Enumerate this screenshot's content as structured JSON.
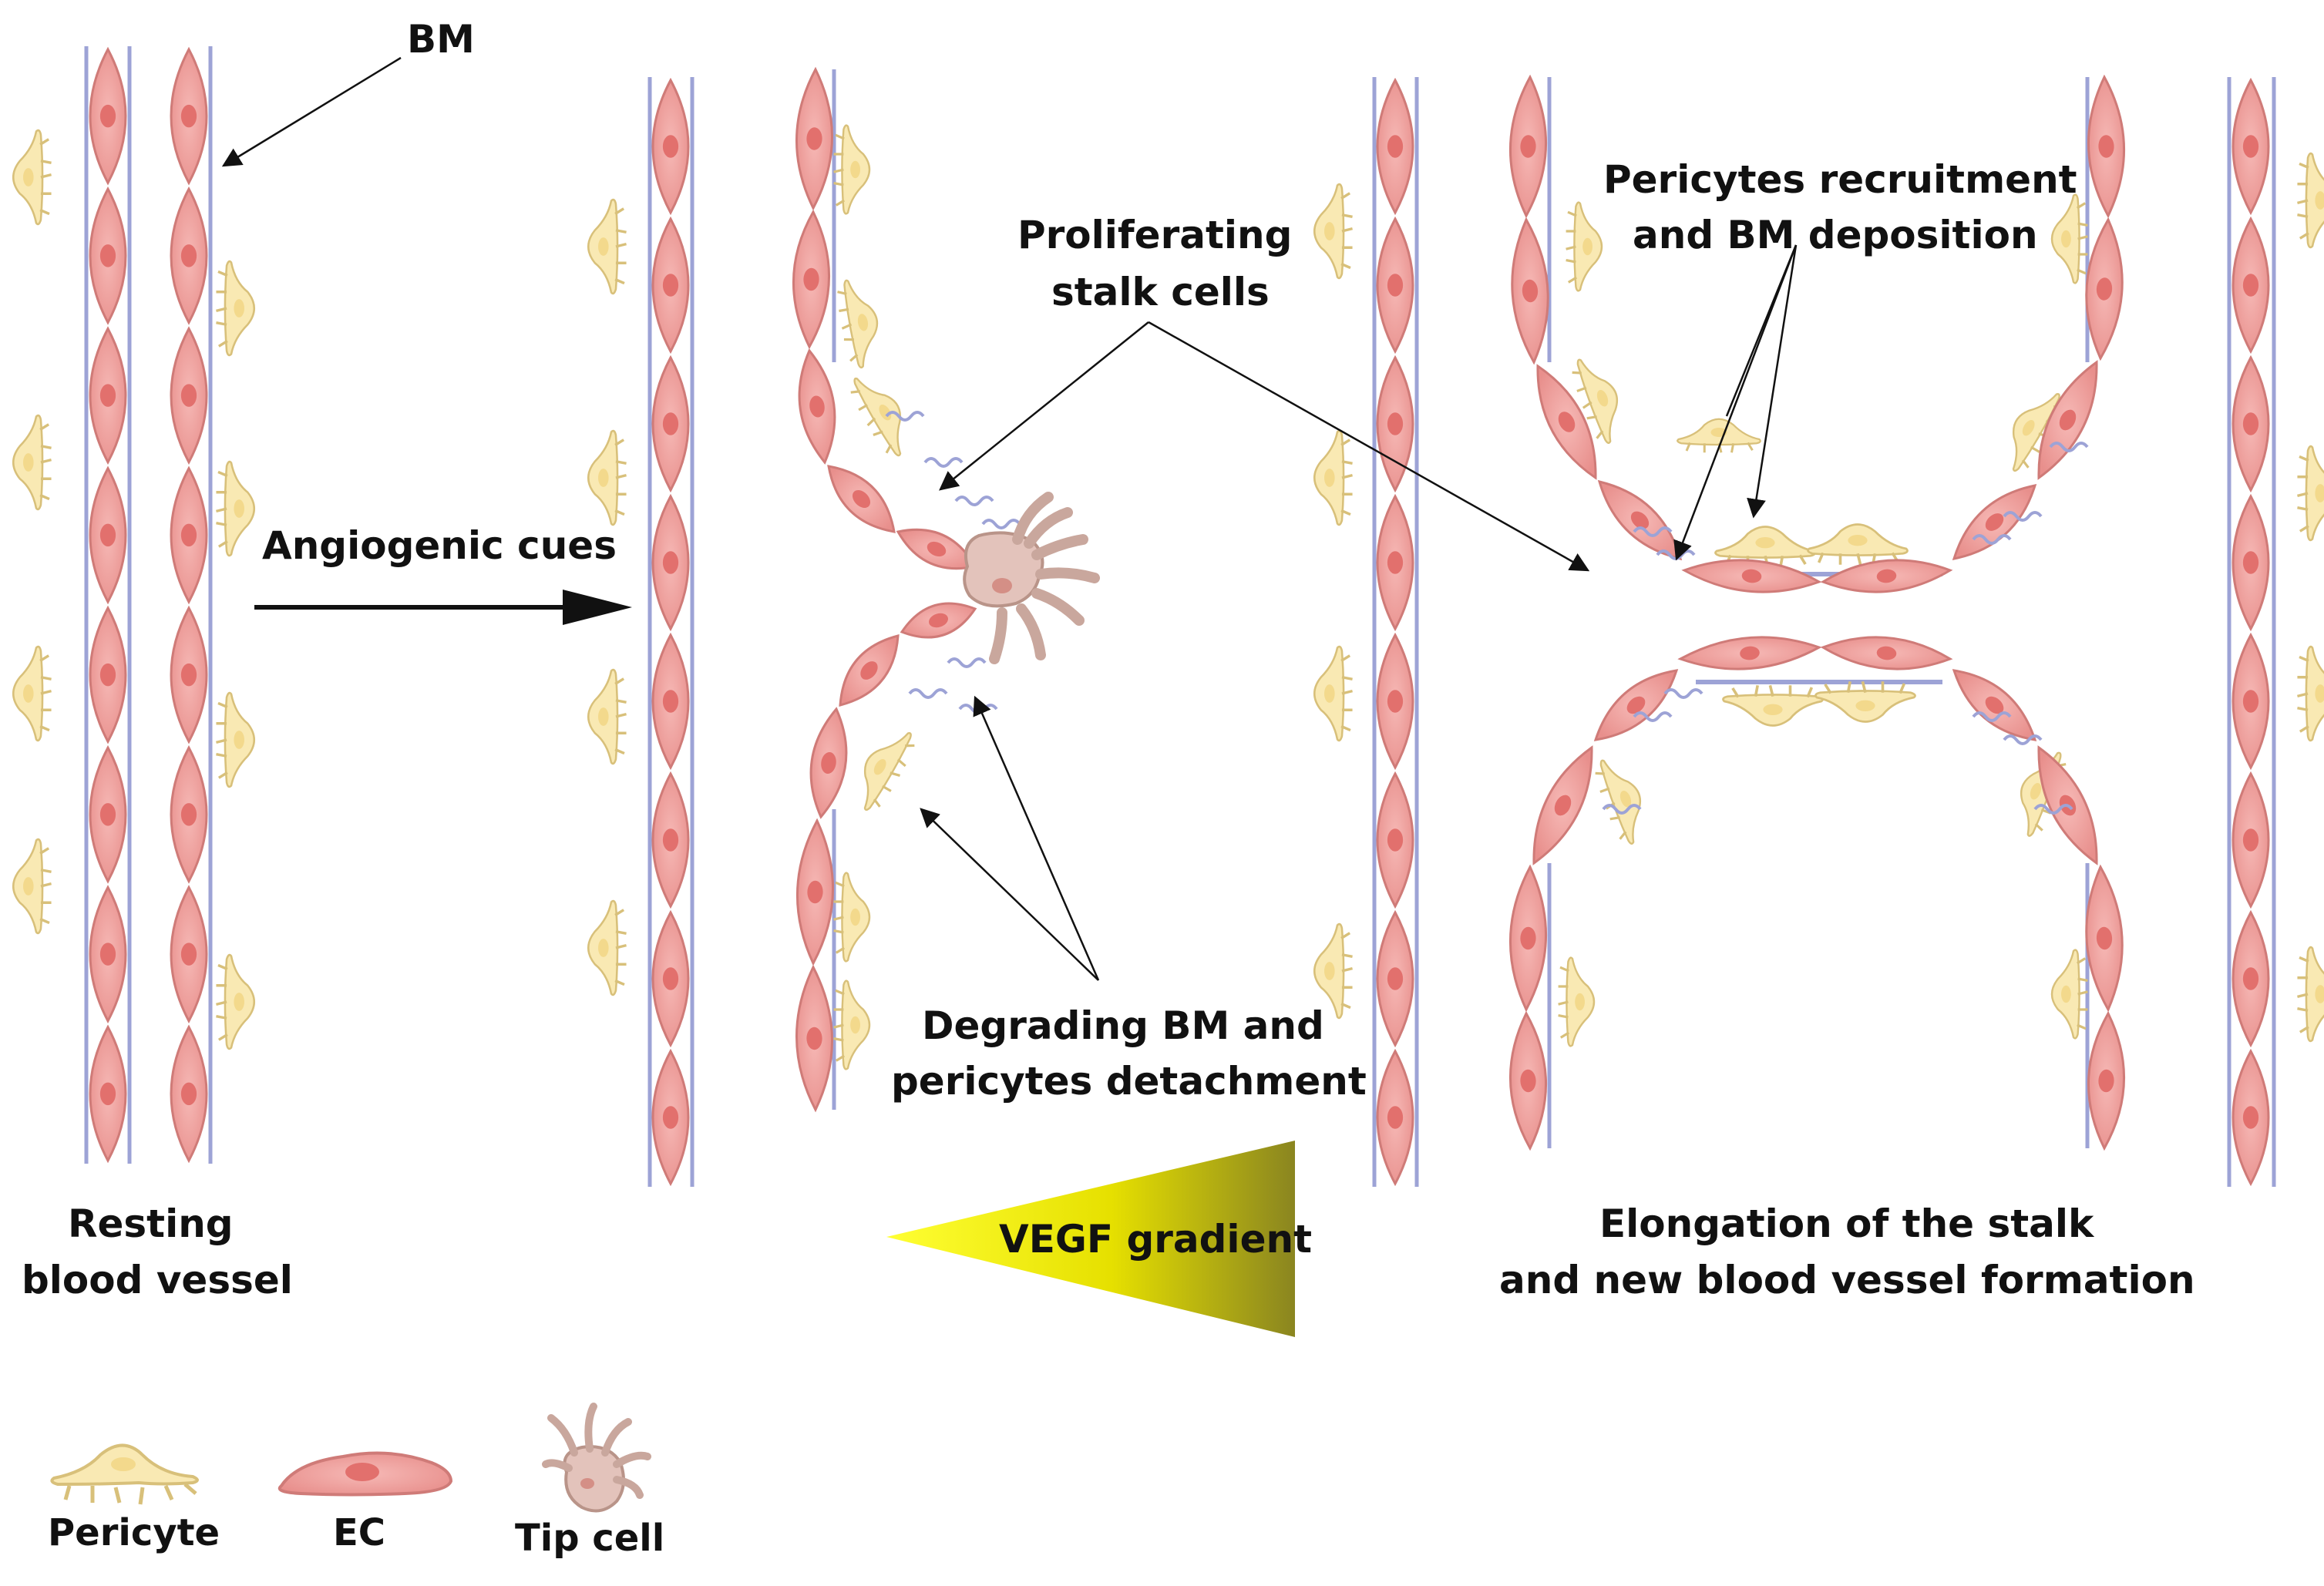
{
  "labels": {
    "bm": "BM",
    "angiogenic_cues": "Angiogenic cues",
    "proliferating_line1": "Proliferating",
    "proliferating_line2": "stalk cells",
    "recruitment_line1": "Pericytes recruitment",
    "recruitment_line2": "and BM deposition",
    "degrading_line1": "Degrading BM and",
    "degrading_line2": "pericytes detachment",
    "resting_line1": "Resting",
    "resting_line2": "blood vessel",
    "vegf": "VEGF gradient",
    "elongation_line1": "Elongation of the stalk",
    "elongation_line2": "and new blood vessel formation"
  },
  "legend": [
    {
      "icon": "pericyte-icon",
      "label": "Pericyte"
    },
    {
      "icon": "endothelial-cell-icon",
      "label": "EC"
    },
    {
      "icon": "tip-cell-icon",
      "label": "Tip cell"
    }
  ],
  "colors": {
    "endothelial_cell": "#f2a7a5",
    "endothelial_nucleus": "#e2706d",
    "pericyte": "#f9e9b3",
    "tip_cell": "#e3c3bb",
    "basement_membrane": "#9da3d6",
    "vegf_gradient_start": "#ffff00",
    "vegf_gradient_end": "#8c8a1c"
  }
}
